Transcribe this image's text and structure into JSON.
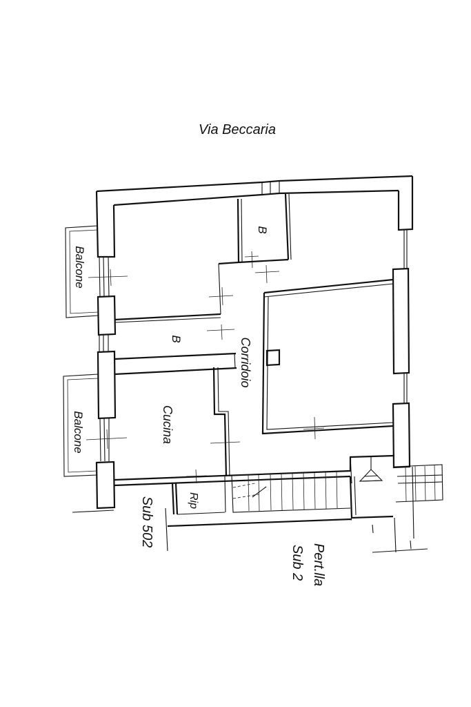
{
  "street": "Via Beccaria",
  "rooms": {
    "balcone_top": "Balcone",
    "balcone_bottom": "Balcone",
    "bagno_top": "B",
    "bagno_mid": "B",
    "corridoio": "Corridoio",
    "cucina": "Cucina",
    "ripostiglio": "Rip"
  },
  "labels": {
    "sub_502": "Sub 502",
    "pertinenza": "Pert.lla",
    "sub_2": "Sub 2"
  },
  "colors": {
    "line": "#111111",
    "background": "#ffffff"
  }
}
